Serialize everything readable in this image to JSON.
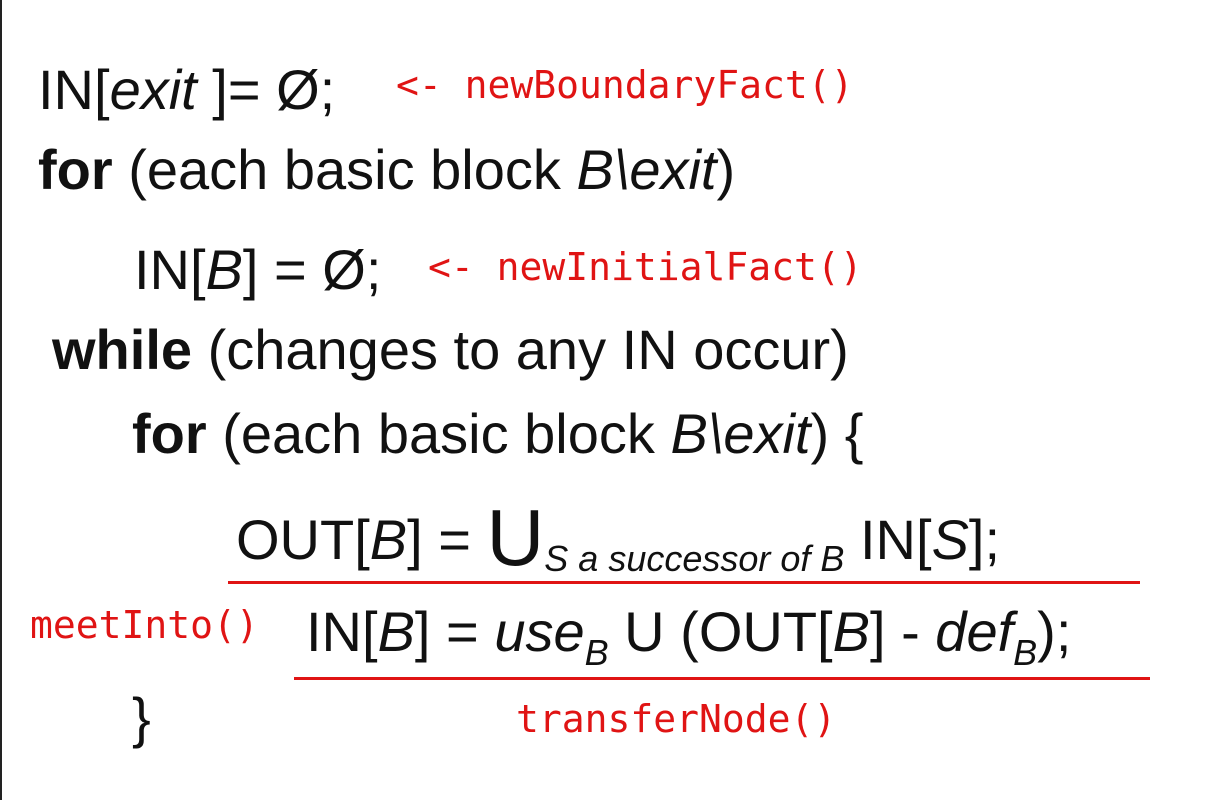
{
  "line1": {
    "prefix": "IN[",
    "var": "exit",
    "suffix": " ]= Ø;",
    "annotation": "<- newBoundaryFact()"
  },
  "line2": {
    "keyword": "for",
    "text": " (each basic block ",
    "var": "B\\exit",
    "close": ")"
  },
  "line3": {
    "prefix": "IN[",
    "var": "B",
    "suffix": "] = Ø;",
    "annotation": "<- newInitialFact()"
  },
  "line4": {
    "keyword": "while",
    "text": " (changes to any IN occur)"
  },
  "line5": {
    "keyword": "for",
    "text": " (each basic block ",
    "var": "B\\exit",
    "close": ") {"
  },
  "line6": {
    "prefix": "OUT[",
    "var": "B",
    "mid": "] = ",
    "union": "U",
    "subscript": "S a successor of B",
    "tail_prefix": " IN[",
    "tail_var": "S",
    "tail_suffix": "];"
  },
  "line7": {
    "annotation": "meetInto()",
    "prefix": "IN[",
    "var": "B",
    "mid": "] = ",
    "use": "use",
    "use_sub": "B",
    "union": " U (OUT[",
    "var2": "B",
    "minus": "] - ",
    "def": "def",
    "def_sub": "B",
    "end": ");"
  },
  "line8": {
    "brace": "}",
    "annotation": "transferNode()"
  },
  "colors": {
    "annotation": "#e01414",
    "text": "#111111"
  }
}
